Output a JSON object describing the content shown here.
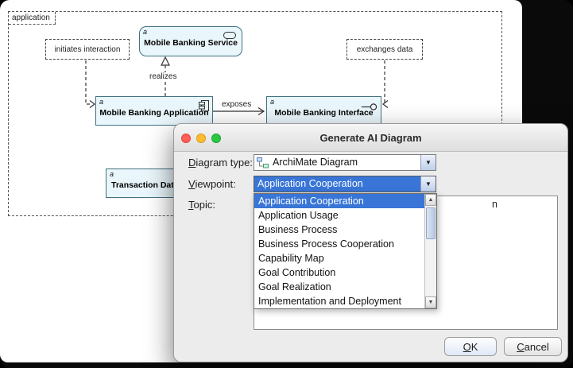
{
  "colors": {
    "selection_blue": "#3875d7",
    "node_fill": "#e9f6fb",
    "node_border": "#44707f"
  },
  "diagram": {
    "group_label": "application",
    "nodes": {
      "service": {
        "stereotype": "a",
        "name": "Mobile Banking Service"
      },
      "application": {
        "stereotype": "a",
        "name": "Mobile Banking Application"
      },
      "interface": {
        "stereotype": "a",
        "name": "Mobile Banking Interface"
      },
      "transaction": {
        "stereotype": "a",
        "name": "Transaction Data"
      }
    },
    "annotations": {
      "initiates": "initiates interaction",
      "exchanges": "exchanges data"
    },
    "relations": {
      "realizes": "realizes",
      "exposes": "exposes"
    }
  },
  "dialog": {
    "title": "Generate AI Diagram",
    "labels": {
      "diagram_type": {
        "mnemonic": "D",
        "rest": "iagram type:"
      },
      "viewpoint": {
        "mnemonic": "V",
        "rest": "iewpoint:"
      },
      "topic": {
        "mnemonic": "T",
        "rest": "opic:"
      }
    },
    "diagram_type_value": "ArchiMate Diagram",
    "viewpoint_value": "Application Cooperation",
    "topic_fragment": "n",
    "viewpoint_options": [
      "Application Cooperation",
      "Application Usage",
      "Business Process",
      "Business Process Cooperation",
      "Capability Map",
      "Goal Contribution",
      "Goal Realization",
      "Implementation and Deployment"
    ],
    "buttons": {
      "ok": {
        "mnemonic": "O",
        "rest": "K"
      },
      "cancel": {
        "mnemonic": "C",
        "rest": "ancel"
      }
    }
  }
}
